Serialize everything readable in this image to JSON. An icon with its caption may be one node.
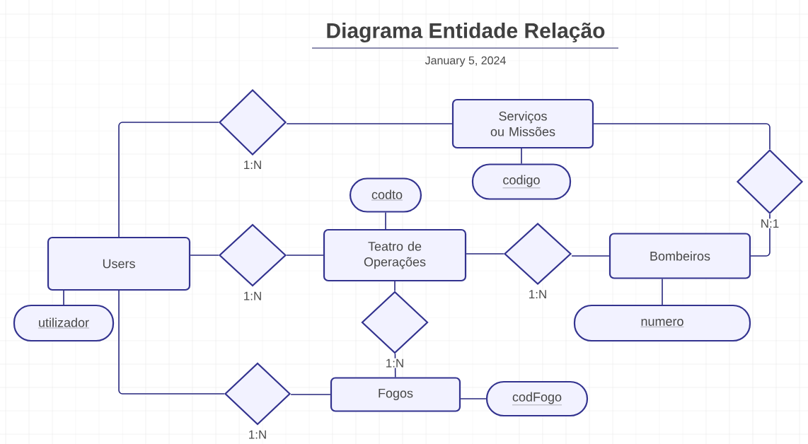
{
  "diagram": {
    "title": "Diagrama Entidade Relação",
    "nodes": [
      {
        "text": [],
        "shape": "diamond",
        "beside": [
          "1:N"
        ]
      },
      {
        "text": [
          "Serviços ou Missões"
        ]
      },
      {
        "text": [],
        "shape": "diamond",
        "beside": [
          "N:1"
        ]
      },
      {
        "text": [
          "codigo"
        ]
      },
      {
        "text": [
          "codto"
        ]
      },
      {
        "text": [
          "Users"
        ]
      },
      {
        "text": [],
        "shape": "diamond",
        "beside": [
          "1:N"
        ]
      },
      {
        "text": [
          "Teatro de Operações"
        ]
      },
      {
        "text": [],
        "shape": "diamond",
        "beside": [
          "1:N"
        ]
      },
      {
        "text": [
          "Bombeiros"
        ]
      },
      {
        "text": [
          "utilizador"
        ]
      },
      {
        "text": [
          "numero"
        ]
      },
      {
        "text": [],
        "shape": "diamond",
        "beside": [
          "1:N"
        ]
      },
      {
        "text": [],
        "shape": "diamond",
        "beside": [
          "1:N"
        ]
      },
      {
        "text": [
          "Fogos"
        ]
      },
      {
        "text": [
          "codFogo"
        ]
      }
    ],
    "edges": [
      {
        "from": 5,
        "to": 0,
        "arrow": "none"
      },
      {
        "from": 0,
        "to": 1,
        "arrow": "none"
      },
      {
        "from": 1,
        "to": 2,
        "arrow": "none"
      },
      {
        "from": 2,
        "to": 9,
        "arrow": "none"
      },
      {
        "from": 1,
        "to": 3,
        "arrow": "none"
      },
      {
        "from": 4,
        "to": 7,
        "arrow": "none"
      },
      {
        "from": 5,
        "to": 6,
        "arrow": "none"
      },
      {
        "from": 6,
        "to": 7,
        "arrow": "none"
      },
      {
        "from": 7,
        "to": 8,
        "arrow": "none"
      },
      {
        "from": 8,
        "to": 9,
        "arrow": "none"
      },
      {
        "from": 9,
        "to": 11,
        "arrow": "none"
      },
      {
        "from": 5,
        "to": 10,
        "arrow": "none"
      },
      {
        "from": 7,
        "to": 12,
        "arrow": "none"
      },
      {
        "from": 12,
        "to": 14,
        "arrow": "none"
      },
      {
        "from": 5,
        "to": 13,
        "arrow": "none"
      },
      {
        "from": 13,
        "to": 14,
        "arrow": "none"
      },
      {
        "from": 14,
        "to": 15,
        "arrow": "none"
      }
    ],
    "labels": [
      "January 5, 2024"
    ]
  }
}
